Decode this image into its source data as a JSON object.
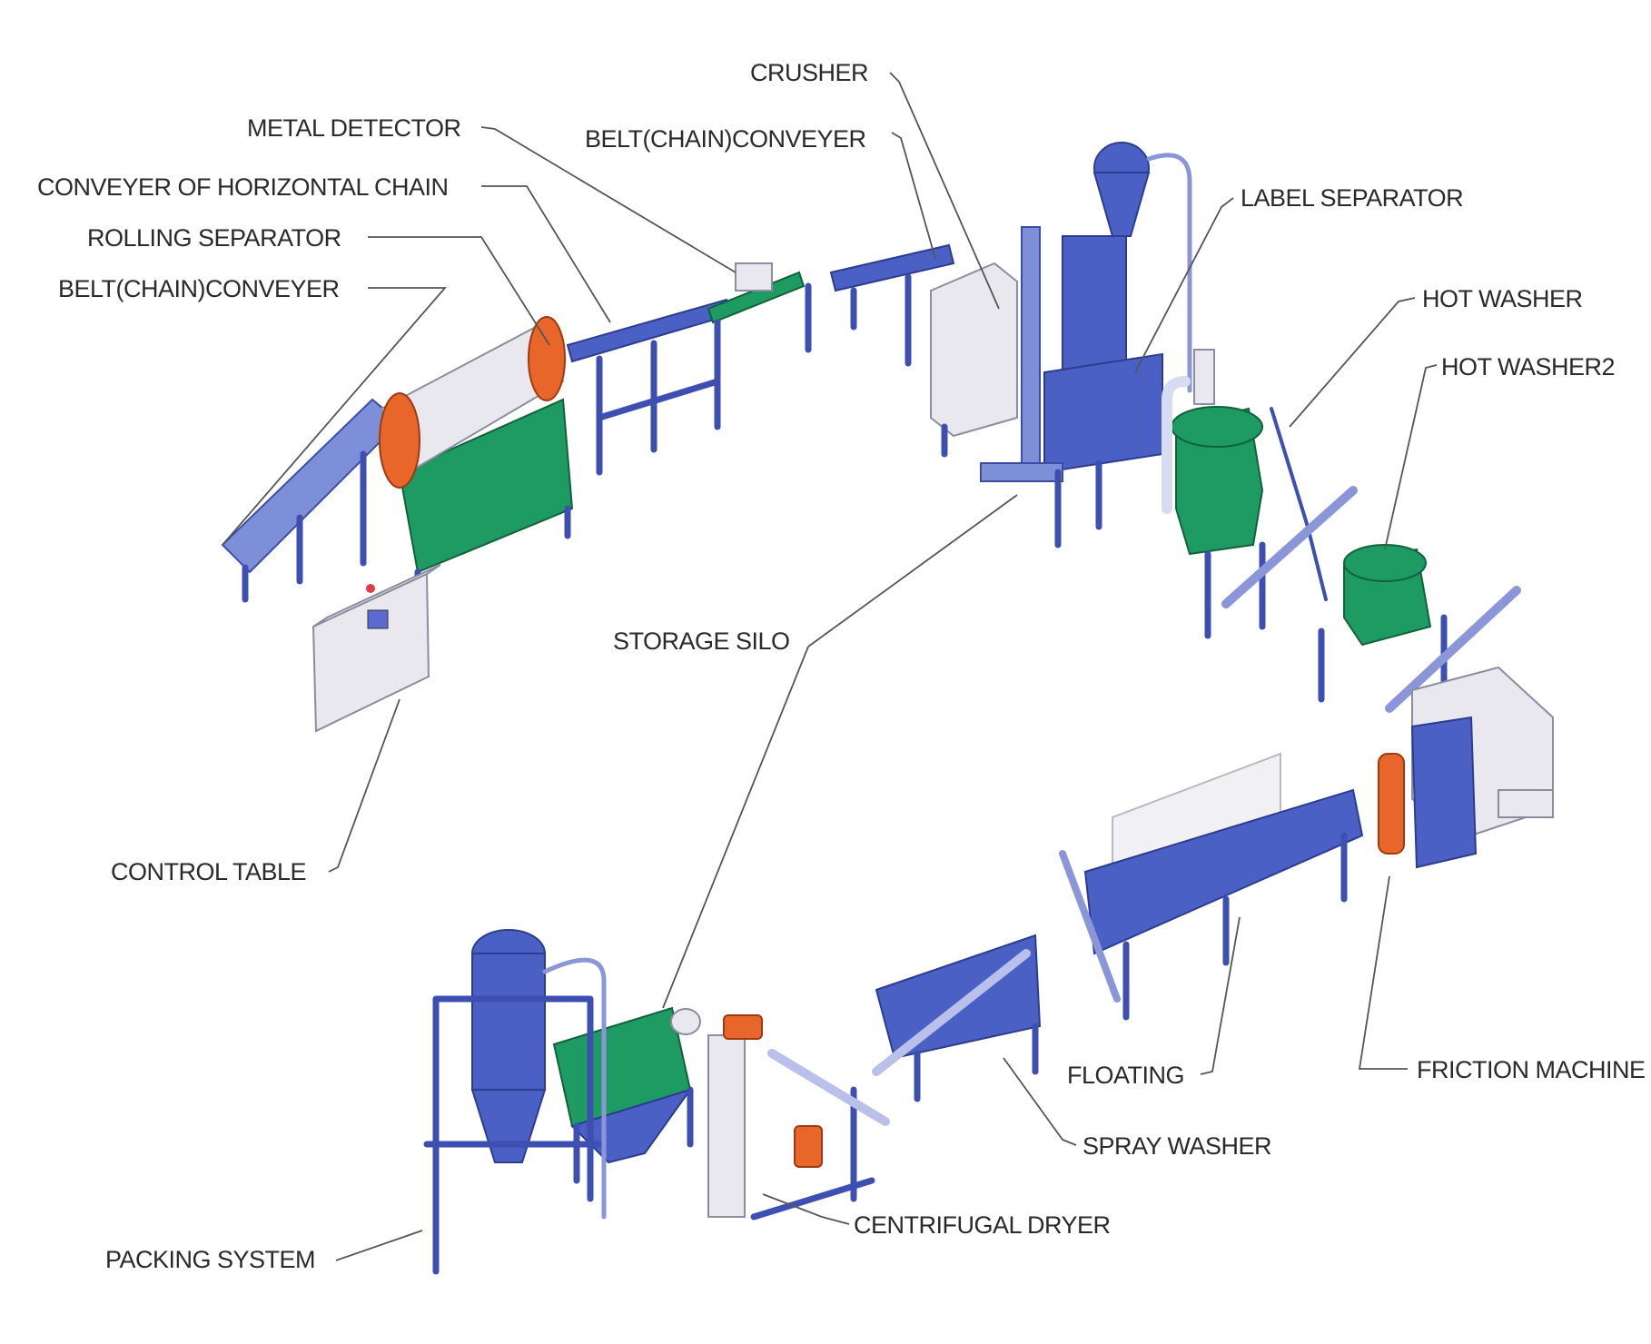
{
  "diagram": {
    "labels": {
      "crusher": "CRUSHER",
      "metal_detector": "METAL DETECTOR",
      "belt_conveyer_top": "BELT(CHAIN)CONVEYER",
      "conveyer_horizontal_chain": "CONVEYER OF HORIZONTAL CHAIN",
      "rolling_separator": "ROLLING SEPARATOR",
      "belt_conveyer_left": "BELT(CHAIN)CONVEYER",
      "label_separator": "LABEL SEPARATOR",
      "hot_washer": "HOT WASHER",
      "hot_washer2": "HOT WASHER2",
      "storage_silo": "STORAGE SILO",
      "control_table": "CONTROL TABLE",
      "floating": "FLOATING",
      "friction_machine": "FRICTION MACHINE",
      "spray_washer": "SPRAY WASHER",
      "centrifugal_dryer": "CENTRIFUGAL DRYER",
      "packing_system": "PACKING SYSTEM"
    },
    "colors": {
      "frame": "#4a60c4",
      "tank": "#1e9a63",
      "ring": "#e8662a"
    }
  }
}
